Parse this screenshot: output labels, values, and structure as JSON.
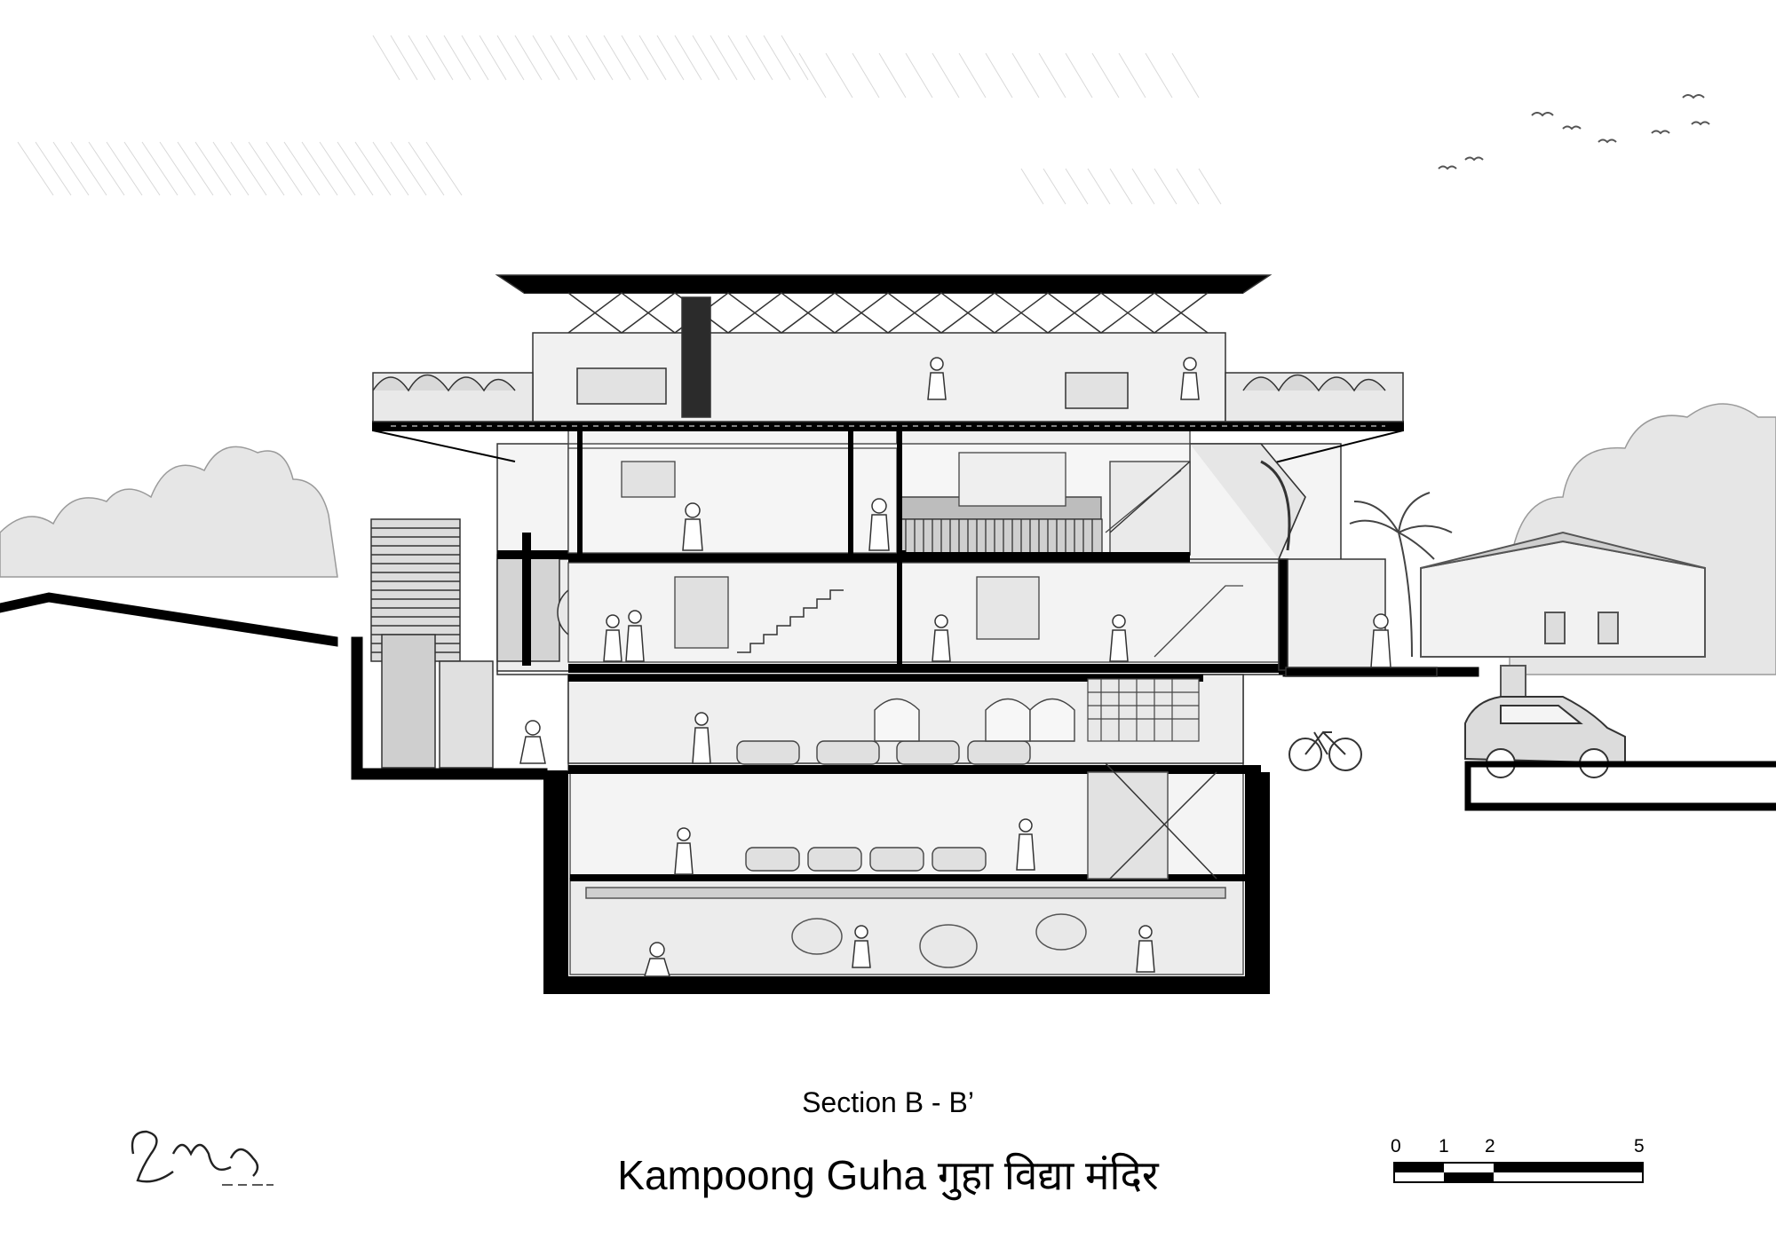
{
  "drawing": {
    "section_label": "Section B - B’",
    "title": "Kampoong Guha गुहा विद्या मंदिर",
    "logo_text": "ᨔᨑᨓ ᨔᨔᨓᨀᨉ"
  },
  "scale_bar": {
    "labels": [
      "0",
      "1",
      "2",
      "5"
    ]
  },
  "colors": {
    "cut": "#000000",
    "line": "#333333",
    "fill_light": "#e9e9e9",
    "fill_mid": "#cfcfcf",
    "foliage": "#d9d9d9"
  }
}
